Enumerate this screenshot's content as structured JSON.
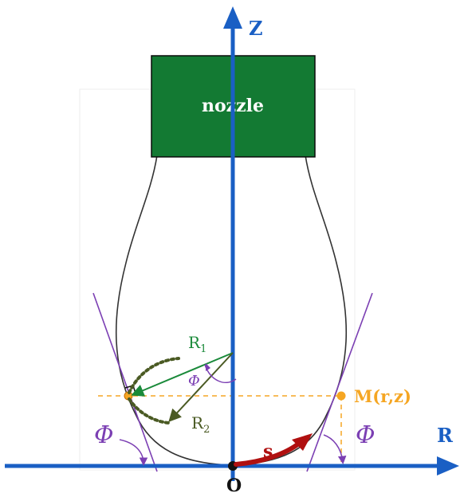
{
  "diagram": {
    "nozzle_label": "nozzle",
    "axis_z_label": "Z",
    "axis_r_label": "R",
    "origin_label": "O",
    "point_label": "M(r,z)",
    "arc_length_label": "s",
    "radius1_label": "R",
    "radius1_sub": "1",
    "radius2_label": "R",
    "radius2_sub": "2",
    "angle_label": "Φ",
    "colors": {
      "axis": "#1a5fc4",
      "nozzle_fill": "#137a33",
      "drop_outline": "#333333",
      "tangent": "#7b3fb3",
      "dashed_guide": "#f5a623",
      "point": "#f5a623",
      "radius1": "#1a8a3a",
      "radius2": "#4a5a23",
      "curvature_arc": "#4a5a23",
      "arc_length_arrow": "#b01010"
    }
  }
}
